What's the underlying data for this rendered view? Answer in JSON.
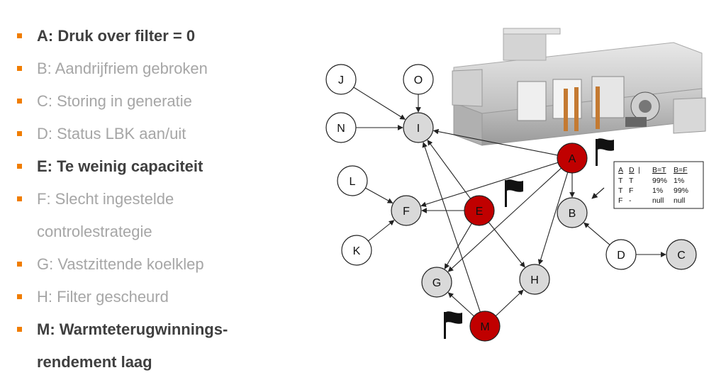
{
  "legend": {
    "items": [
      {
        "key": "A",
        "text": "A: Druk over filter = 0",
        "active": true
      },
      {
        "key": "B",
        "text": "B: Aandrijfriem gebroken",
        "active": false
      },
      {
        "key": "C",
        "text": "C: Storing in generatie",
        "active": false
      },
      {
        "key": "D",
        "text": "D: Status LBK aan/uit",
        "active": false
      },
      {
        "key": "E",
        "text": "E: Te weinig capaciteit",
        "active": true
      },
      {
        "key": "F",
        "text": "F: Slecht ingestelde",
        "cont": "controlestrategie",
        "active": false
      },
      {
        "key": "G",
        "text": "G: Vastzittende koelklep",
        "active": false
      },
      {
        "key": "H",
        "text": "H: Filter gescheurd",
        "active": false
      },
      {
        "key": "M",
        "text": "M: Warmteterugwinnings-",
        "cont": "rendement laag",
        "active": true
      }
    ]
  },
  "graph": {
    "nodes": [
      {
        "id": "J",
        "label": "J",
        "state": "plain"
      },
      {
        "id": "O",
        "label": "O",
        "state": "plain"
      },
      {
        "id": "N",
        "label": "N",
        "state": "plain"
      },
      {
        "id": "I",
        "label": "I",
        "state": "grey"
      },
      {
        "id": "L",
        "label": "L",
        "state": "plain"
      },
      {
        "id": "F",
        "label": "F",
        "state": "grey"
      },
      {
        "id": "K",
        "label": "K",
        "state": "plain"
      },
      {
        "id": "E",
        "label": "E",
        "state": "red",
        "flag": true
      },
      {
        "id": "A",
        "label": "A",
        "state": "red",
        "flag": true
      },
      {
        "id": "B",
        "label": "B",
        "state": "grey"
      },
      {
        "id": "D",
        "label": "D",
        "state": "plain"
      },
      {
        "id": "C",
        "label": "C",
        "state": "grey"
      },
      {
        "id": "G",
        "label": "G",
        "state": "grey"
      },
      {
        "id": "H",
        "label": "H",
        "state": "grey"
      },
      {
        "id": "M",
        "label": "M",
        "state": "red",
        "flag": true
      }
    ],
    "edges": [
      [
        "J",
        "I"
      ],
      [
        "O",
        "I"
      ],
      [
        "N",
        "I"
      ],
      [
        "A",
        "I"
      ],
      [
        "E",
        "I"
      ],
      [
        "M",
        "I"
      ],
      [
        "L",
        "F"
      ],
      [
        "K",
        "F"
      ],
      [
        "E",
        "F"
      ],
      [
        "A",
        "F"
      ],
      [
        "A",
        "B"
      ],
      [
        "A",
        "G"
      ],
      [
        "A",
        "H"
      ],
      [
        "E",
        "G"
      ],
      [
        "E",
        "H"
      ],
      [
        "M",
        "G"
      ],
      [
        "M",
        "H"
      ],
      [
        "D",
        "B"
      ],
      [
        "D",
        "C"
      ]
    ],
    "colors": {
      "red": "#c00000",
      "grey": "#d9d9d9",
      "plain": "#ffffff",
      "stroke": "#222222"
    }
  },
  "cpt_table": {
    "header": [
      "A",
      "D",
      "|",
      "B=T",
      "B=F"
    ],
    "rows": [
      [
        "T",
        "T",
        "",
        "99%",
        "1%"
      ],
      [
        "T",
        "F",
        "",
        "1%",
        "99%"
      ],
      [
        "F",
        "-",
        "",
        "null",
        "null"
      ]
    ]
  },
  "colors": {
    "accent": "#f07d00",
    "active_text": "#3f3f3f",
    "inactive_text": "#a6a6a6"
  }
}
